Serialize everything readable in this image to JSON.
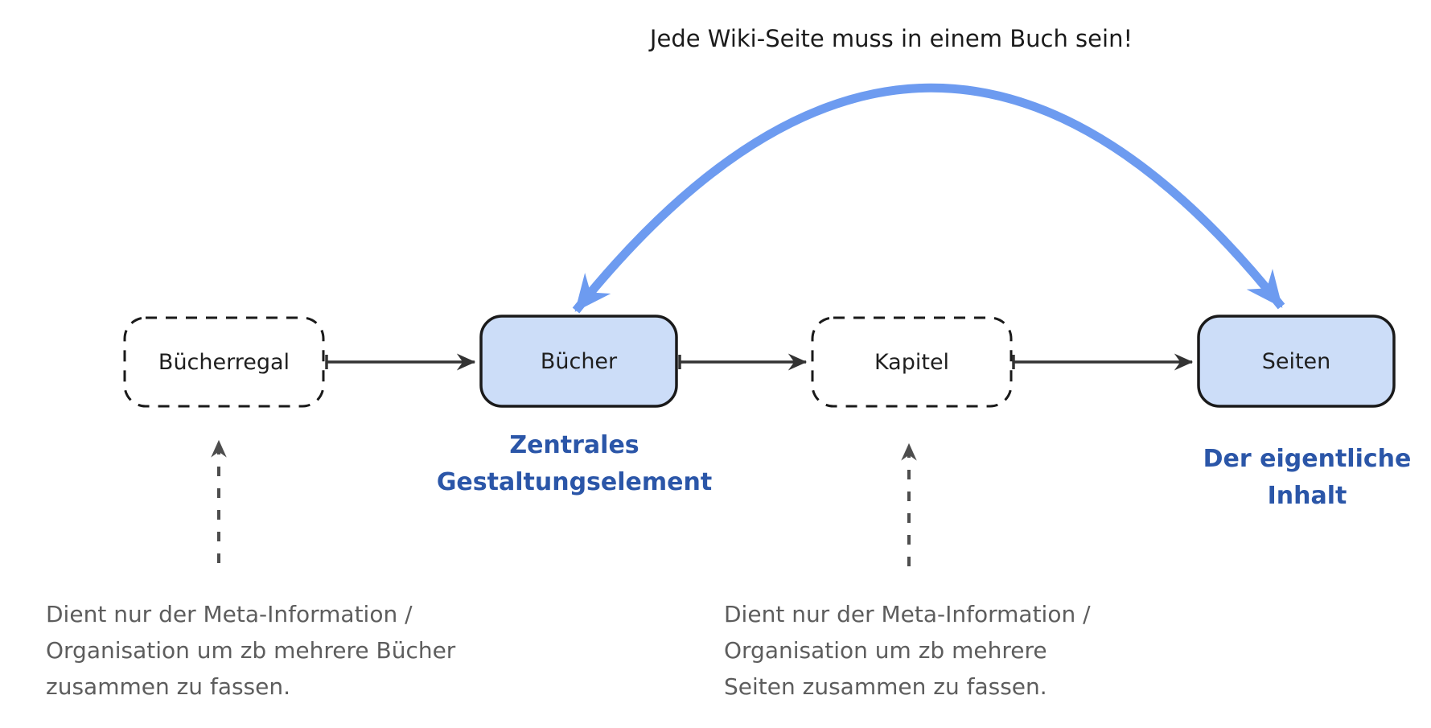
{
  "title": "Jede Wiki-Seite muss in einem Buch sein!",
  "nodes": [
    {
      "id": "buecherregal",
      "label": "Bücherregal",
      "style": "dashed"
    },
    {
      "id": "buecher",
      "label": "Bücher",
      "style": "solid-blue"
    },
    {
      "id": "kapitel",
      "label": "Kapitel",
      "style": "dashed"
    },
    {
      "id": "seiten",
      "label": "Seiten",
      "style": "solid-blue"
    }
  ],
  "edges": [
    {
      "from": "buecherregal",
      "to": "buecher",
      "style": "solid-arrow"
    },
    {
      "from": "buecher",
      "to": "kapitel",
      "style": "solid-arrow"
    },
    {
      "from": "kapitel",
      "to": "seiten",
      "style": "solid-arrow"
    },
    {
      "from": "seiten",
      "to": "buecher",
      "style": "blue-arc-double-arrow"
    }
  ],
  "captions": {
    "buecher": {
      "lines": [
        "Zentrales",
        "Gestaltungselement"
      ]
    },
    "seiten": {
      "lines": [
        "Der eigentliche",
        "Inhalt"
      ]
    }
  },
  "notes": {
    "buecherregal": {
      "lines": [
        "Dient nur der Meta-Information /",
        "Organisation um zb mehrere Bücher",
        "zusammen zu fassen."
      ]
    },
    "kapitel": {
      "lines": [
        "Dient nur der Meta-Information /",
        "Organisation um zb mehrere",
        "Seiten zusammen zu fassen."
      ]
    }
  },
  "colors": {
    "accent_blue": "#6D9BF0",
    "node_fill": "#CCDDF8",
    "node_border": "#1A1A1A",
    "edge_color": "#333333",
    "note_arrow_color": "#4D4D4D",
    "caption_blue": "#2B56A8",
    "note_gray": "#5D5D5D",
    "title_color": "#1B1B1B",
    "bg": "#FFFFFF"
  }
}
